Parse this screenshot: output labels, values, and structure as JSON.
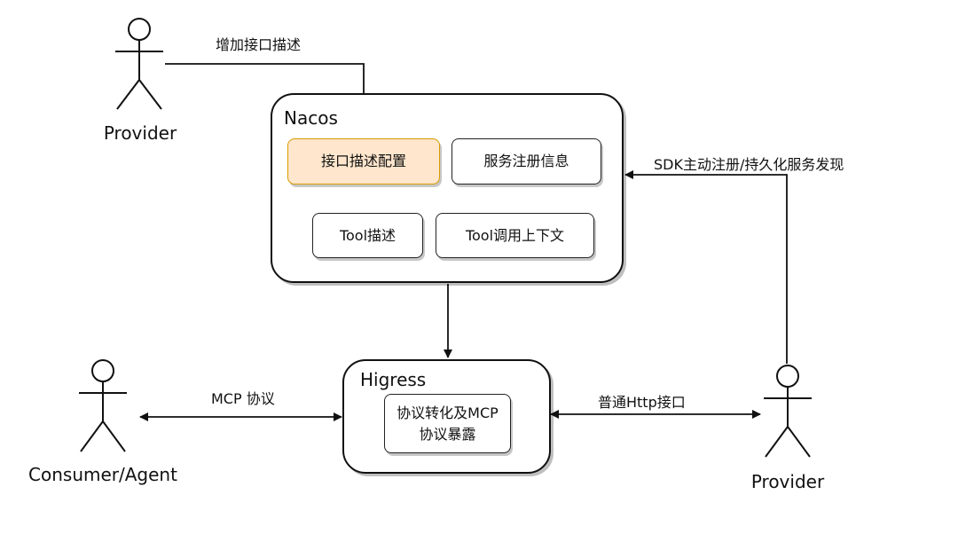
{
  "actors": {
    "provider_top": "Provider",
    "consumer": "Consumer/Agent",
    "provider_bottom": "Provider"
  },
  "nacos": {
    "title": "Nacos",
    "boxes": [
      "接口描述配置",
      "服务注册信息",
      "Tool描述",
      "Tool调用上下文"
    ]
  },
  "higress": {
    "title": "Higress",
    "box_line1": "协议转化及MCP",
    "box_line2": "协议暴露"
  },
  "edges": {
    "add_interface_desc": "增加接口描述",
    "sdk_register": "SDK主动注册/持久化服务发现",
    "mcp_protocol": "MCP 协议",
    "http_interface": "普通Http接口"
  },
  "colors": {
    "highlight_fill": "#ffe6cc",
    "highlight_border": "#d79b00",
    "stroke": "#111111"
  }
}
